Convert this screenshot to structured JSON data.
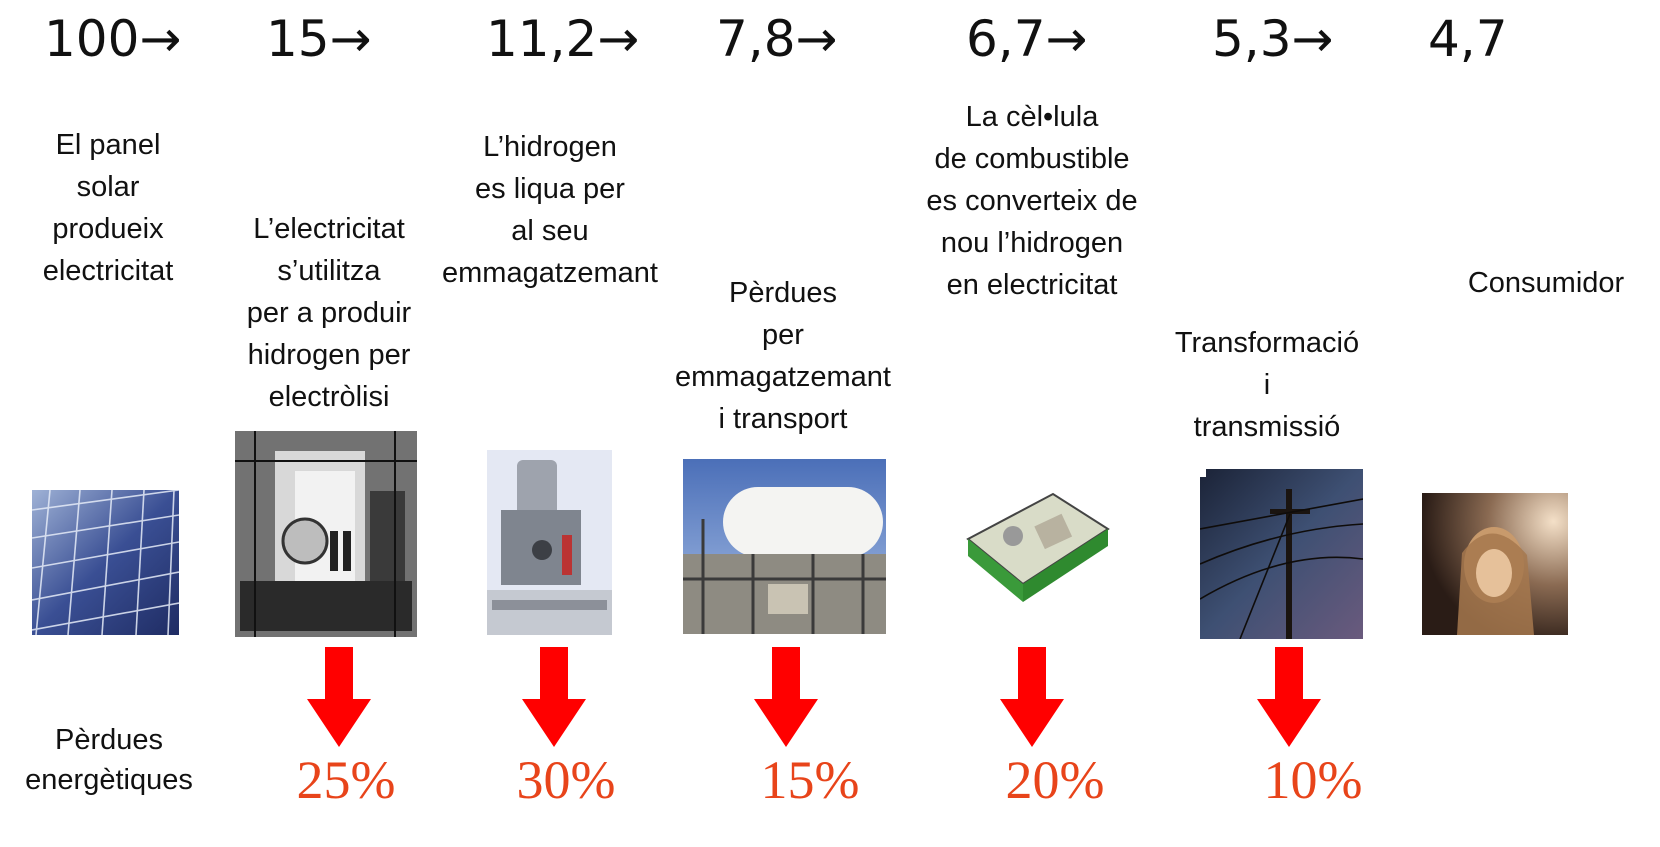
{
  "colors": {
    "loss_red": "#ff0000",
    "percent_orange": "#e8441a",
    "text": "#111111"
  },
  "steps": [
    {
      "value": "100",
      "description": "El panel\nsolar\nprodueix\nelectricitat",
      "image_icon": "solar-panel-image"
    },
    {
      "value": "15",
      "description": "L’electricitat\ns’utilitza\nper a produir\nhidrogen per\nelectròlisi",
      "image_icon": "electrolysis-machine-image"
    },
    {
      "value": "11,2",
      "description": "L’hidrogen\nes liqua per\nal seu\nemmagatzemant",
      "image_icon": "liquefaction-equipment-image"
    },
    {
      "value": "7,8",
      "description": "Pèrdues\nper\nemmagatzemant\ni transport",
      "image_icon": "storage-tank-image"
    },
    {
      "value": "6,7",
      "description": "La cèl•lula\nde combustible\nes converteix de\nnou l’hidrogen\nen electricitat",
      "image_icon": "fuel-cell-image"
    },
    {
      "value": "5,3",
      "description": "Transformació\ni\ntransmissió",
      "image_icon": "power-line-image"
    },
    {
      "value": "4,7",
      "description": "Consumidor",
      "image_icon": "consumer-image"
    }
  ],
  "losses_label": "Pèrdues\nenergètiques",
  "losses": [
    {
      "percent": "25%"
    },
    {
      "percent": "30%"
    },
    {
      "percent": "15%"
    },
    {
      "percent": "20%"
    },
    {
      "percent": "10%"
    }
  ]
}
